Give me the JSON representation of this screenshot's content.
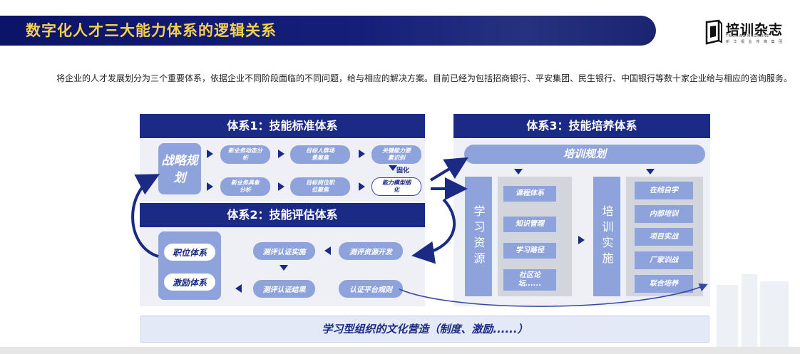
{
  "header": {
    "title": "数字化人才三大能力体系的逻辑关系",
    "logo_text": "培训杂志",
    "logo_en": "TRAINING MAGAZINE",
    "logo_sub": "新 华 报 业 传 媒 集 团"
  },
  "intro": "将企业的人才发展划分为三个重要体系，依据企业不同阶段面临的不同问题，给与相应的解决方案。目前已经为包括招商银行、平安集团、民生银行、中国银行等数十家企业给与相应的咨询服务。",
  "system1": {
    "title": "体系1：技能标准体系",
    "strategy": "战略规划",
    "row1": [
      "新业务动态分析",
      "目标人群场景聚焦",
      "关键能力要素识别"
    ],
    "row2": [
      "新业务具象分析",
      "目标岗位职位聚焦",
      "能力模型细化"
    ],
    "middle_label": "固化"
  },
  "system2": {
    "title": "体系2：技能评估体系",
    "left_items": [
      "职位体系",
      "激励体系"
    ],
    "boxes": [
      "测评认证实施",
      "测评资源开发",
      "测评认证结果",
      "认证平台规则"
    ]
  },
  "system3": {
    "title": "体系3：技能培养体系",
    "plan": "培训规划",
    "resources_label": "学习资源",
    "resources": [
      "课程体系",
      "知识管理",
      "学习路径",
      "社区论坛......"
    ],
    "implement_label": "培训实施",
    "implement": [
      "在线自学",
      "内部培训",
      "项目实战",
      "厂家训战",
      "联合培养"
    ]
  },
  "footer": {
    "culture": "学习型组织的文化营造（制度、激励......）"
  },
  "colors": {
    "dark_blue": "#1b2b85",
    "light_blue": "#8ea2dc",
    "title_yellow": "#f5d24b"
  }
}
